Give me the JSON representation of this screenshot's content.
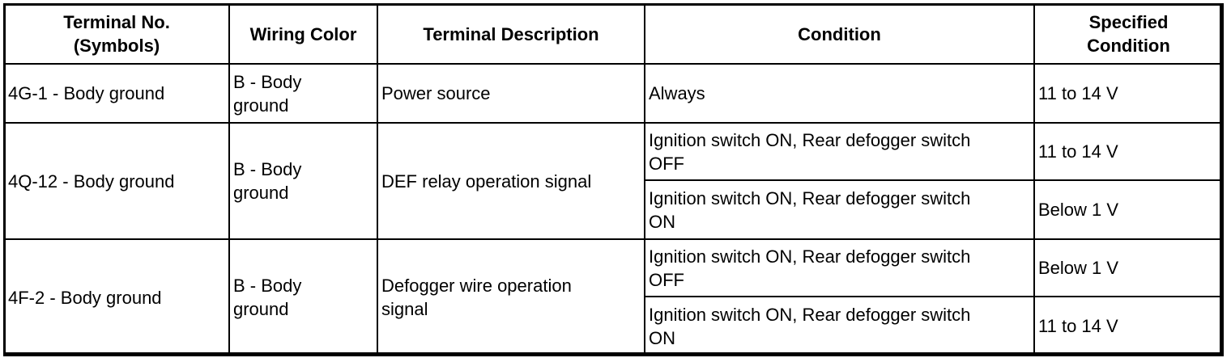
{
  "table": {
    "headers": [
      "Terminal No.\n(Symbols)",
      "Wiring Color",
      "Terminal Description",
      "Condition",
      "Specified\nCondition"
    ],
    "rows": [
      {
        "terminal": "4G-1 - Body ground",
        "wiring_color": "B - Body\nground",
        "description": "Power source",
        "conditions": [
          {
            "condition": "Always",
            "specified": "11 to 14 V"
          }
        ]
      },
      {
        "terminal": "4Q-12 - Body ground",
        "wiring_color": "B - Body\nground",
        "description": "DEF relay operation signal",
        "conditions": [
          {
            "condition": "Ignition switch ON, Rear defogger switch\nOFF",
            "specified": "11 to 14 V"
          },
          {
            "condition": "Ignition switch ON, Rear defogger switch\nON",
            "specified": "Below 1 V"
          }
        ]
      },
      {
        "terminal": "4F-2 - Body ground",
        "wiring_color": "B - Body\nground",
        "description": "Defogger wire operation\nsignal",
        "conditions": [
          {
            "condition": "Ignition switch ON, Rear defogger switch\nOFF",
            "specified": "Below 1 V"
          },
          {
            "condition": "Ignition switch ON, Rear defogger switch\nON",
            "specified": "11 to 14 V"
          }
        ]
      }
    ]
  }
}
